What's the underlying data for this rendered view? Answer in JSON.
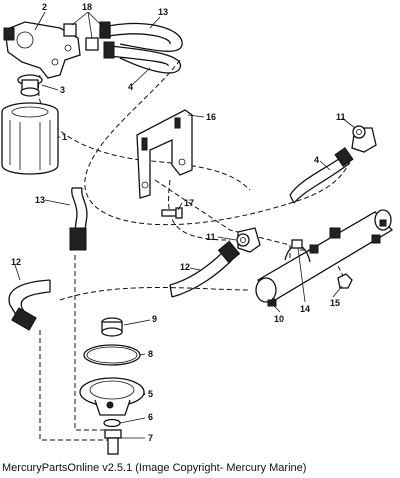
{
  "callouts": [
    "1",
    "2",
    "3",
    "4",
    "5",
    "6",
    "7",
    "8",
    "9",
    "10",
    "11",
    "12",
    "13",
    "14",
    "15",
    "16",
    "17",
    "18"
  ],
  "callout_labels": {
    "p2": "2",
    "p18": "18",
    "p13a": "13",
    "p4a": "4",
    "p3": "3",
    "p1": "1",
    "p16": "16",
    "p11a": "11",
    "p4b": "4",
    "p13b": "13",
    "p17": "17",
    "p11b": "11",
    "p12a": "12",
    "p12b": "12",
    "p9": "9",
    "p8": "8",
    "p5": "5",
    "p6": "6",
    "p7": "7",
    "p10": "10",
    "p14": "14",
    "p15": "15"
  },
  "footer": {
    "caption": "MercuryPartsOnline v2.5.1 (Image Copyright- Mercury Marine)"
  }
}
